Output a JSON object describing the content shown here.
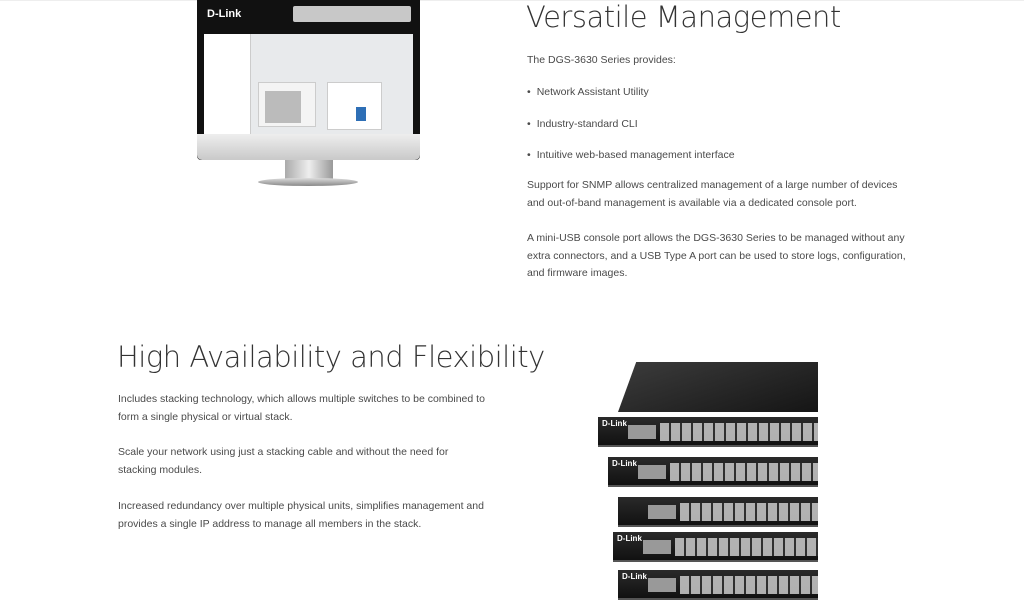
{
  "section1": {
    "heading": "Versatile Management",
    "intro": "The DGS-3630 Series provides:",
    "bullets": [
      "Network Assistant Utility",
      "Industry-standard CLI",
      "Intuitive web-based management interface"
    ],
    "para1": "Support for SNMP allows centralized management of a large number of devices and out-of-band management is available via a dedicated console port.",
    "para2": "A mini-USB console port allows the DGS-3630 Series to be managed without any extra connectors, and a USB Type A port can be used to store logs, configuration, and firmware images.",
    "monitor_logo": "D-Link"
  },
  "section2": {
    "heading": "High Availability and Flexibility",
    "para1": "Includes stacking technology, which allows multiple switches to be combined to form a single physical or virtual stack.",
    "para2": "Scale your network using just a stacking cable and without the need for stacking modules.",
    "para3": "Increased redundancy over multiple physical units, simplifies management and provides a single IP address to manage all members in the stack.",
    "switch_logo": "D-Link"
  }
}
